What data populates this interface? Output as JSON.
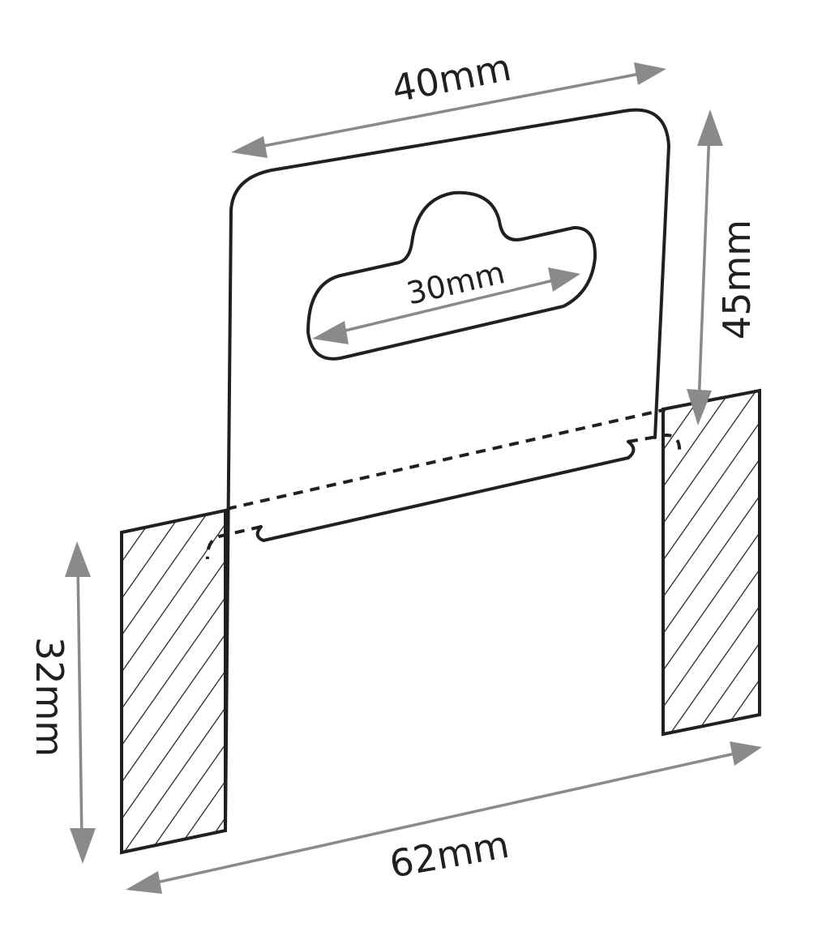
{
  "diagram": {
    "title": "Euro slot hang tab dimensions",
    "dimensions": {
      "tab_width": "40mm",
      "tab_height": "45mm",
      "slot_width": "30mm",
      "adhesive_height": "32mm",
      "base_width": "62mm"
    },
    "colors": {
      "outline": "#231f20",
      "arrow": "#8a8a8a"
    }
  }
}
